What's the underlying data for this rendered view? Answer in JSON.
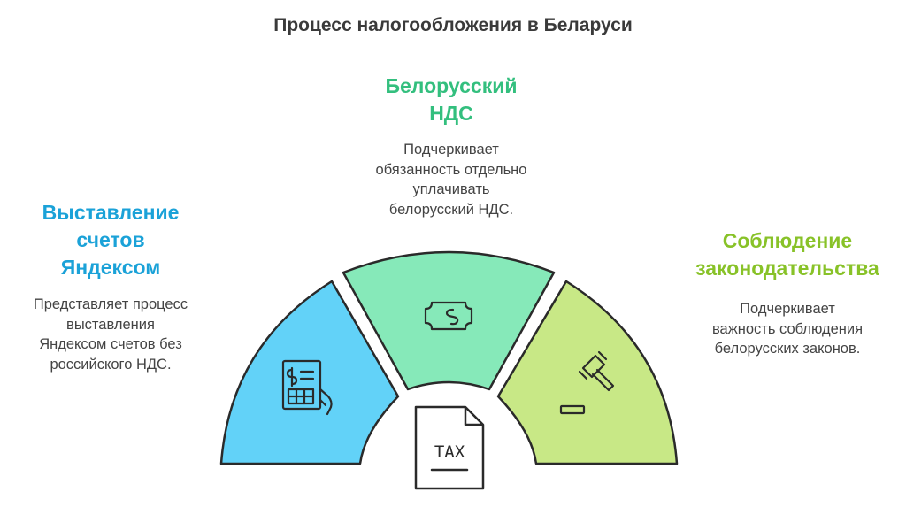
{
  "title": "Процесс налогообложения в Беларуси",
  "segments": [
    {
      "heading": "Выставление\nсчетов\nЯндексом",
      "description": "Представляет процесс\nвыставления\nЯндексом счетов без\nроссийского НДС.",
      "color": "#62d2f8",
      "heading_color": "#1ba2d8",
      "icon": "invoice-hand-icon"
    },
    {
      "heading": "Белорусский\nНДС",
      "description": "Подчеркивает\nобязанность отдельно\nуплачивать\nбелорусский НДС.",
      "color": "#86e9b9",
      "heading_color": "#33bf7e",
      "icon": "money-icon"
    },
    {
      "heading": "Соблюдение\nзаконодательства",
      "description": "Подчеркивает\nважность соблюдения\nбелорусских законов.",
      "color": "#c8e886",
      "heading_color": "#88c228",
      "icon": "gavel-icon"
    }
  ],
  "center": {
    "label": "TAX",
    "icon": "tax-document-icon"
  }
}
